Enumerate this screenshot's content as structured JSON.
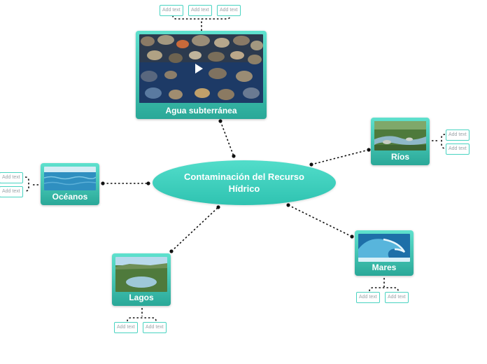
{
  "central": {
    "title": "Contaminación del Recurso Hídrico"
  },
  "nodes": {
    "agua": {
      "label": "Agua subterránea",
      "tags": [
        "Add text",
        "Add text",
        "Add text"
      ]
    },
    "rios": {
      "label": "Ríos",
      "tags": [
        "Add text",
        "Add text"
      ]
    },
    "oceanos": {
      "label": "Océanos",
      "tags": [
        "Add text",
        "Add text"
      ]
    },
    "lagos": {
      "label": "Lagos",
      "tags": [
        "Add text",
        "Add text"
      ]
    },
    "mares": {
      "label": "Mares",
      "tags": [
        "Add text",
        "Add text"
      ]
    }
  },
  "colors": {
    "accent": "#3cd0bd",
    "node_dark": "#2aa898",
    "connector": "#111111"
  },
  "icons": {
    "video": "play-icon"
  }
}
